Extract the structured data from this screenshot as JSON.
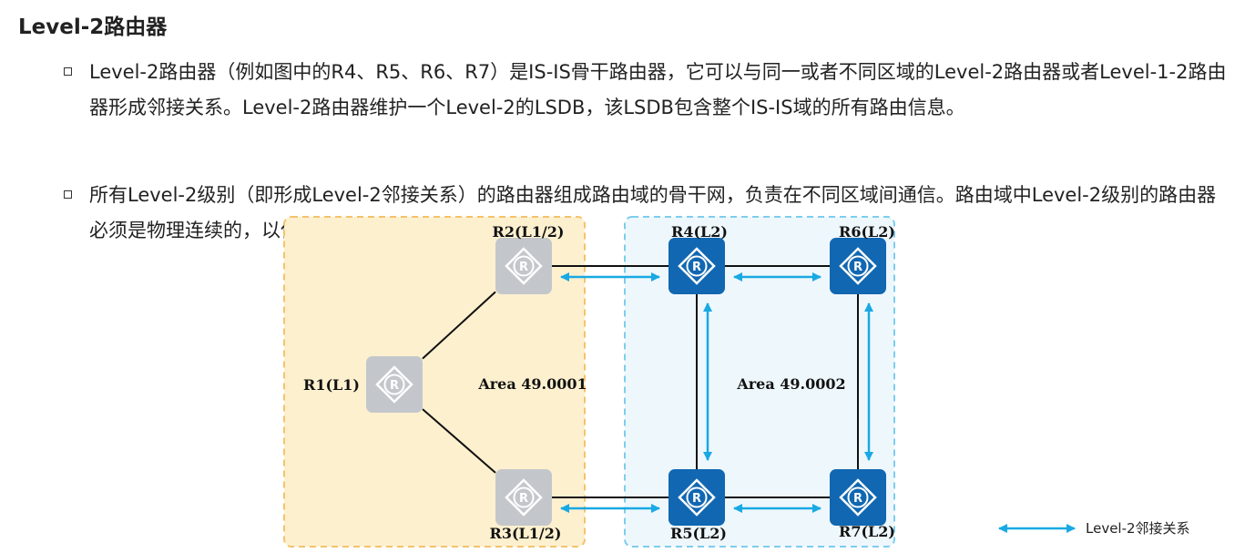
{
  "heading": "Level-2路由器",
  "bullets": [
    "Level-2路由器（例如图中的R4、R5、R6、R7）是IS-IS骨干路由器，它可以与同一或者不同区域的Level-2路由器或者Level-1-2路由器形成邻接关系。Level-2路由器维护一个Level-2的LSDB，该LSDB包含整个IS-IS域的所有路由信息。",
    "所有Level-2级别（即形成Level-2邻接关系）的路由器组成路由域的骨干网，负责在不同区域间通信。路由域中Level-2级别的路由器必须是物理连续的，以保证骨干网的连续性。"
  ],
  "diagram": {
    "areas": [
      {
        "label": "Area 49.0001",
        "color": "#fdf0cf",
        "border": "#f5c26b"
      },
      {
        "label": "Area 49.0002",
        "color": "#eef7fc",
        "border": "#7dcdee"
      }
    ],
    "routers": [
      {
        "id": "R1",
        "label": "R1(L1)",
        "style": "gray"
      },
      {
        "id": "R2",
        "label": "R2(L1/2)",
        "style": "gray"
      },
      {
        "id": "R3",
        "label": "R3(L1/2)",
        "style": "gray"
      },
      {
        "id": "R4",
        "label": "R4(L2)",
        "style": "blue"
      },
      {
        "id": "R5",
        "label": "R5(L2)",
        "style": "blue"
      },
      {
        "id": "R6",
        "label": "R6(L2)",
        "style": "blue"
      },
      {
        "id": "R7",
        "label": "R7(L2)",
        "style": "blue"
      }
    ],
    "links": [
      [
        "R1",
        "R2"
      ],
      [
        "R1",
        "R3"
      ],
      [
        "R2",
        "R4"
      ],
      [
        "R3",
        "R5"
      ],
      [
        "R4",
        "R6"
      ],
      [
        "R5",
        "R7"
      ],
      [
        "R4",
        "R5"
      ],
      [
        "R6",
        "R7"
      ]
    ],
    "adjacencies": [
      [
        "R2",
        "R4"
      ],
      [
        "R3",
        "R5"
      ],
      [
        "R4",
        "R6"
      ],
      [
        "R5",
        "R7"
      ],
      [
        "R4",
        "R5"
      ],
      [
        "R6",
        "R7"
      ]
    ],
    "legend": "Level-2邻接关系",
    "colors": {
      "gray_router": "#c3c7cb",
      "blue_router": "#1167b1",
      "arrow": "#19a9e3",
      "link": "#111111"
    }
  }
}
